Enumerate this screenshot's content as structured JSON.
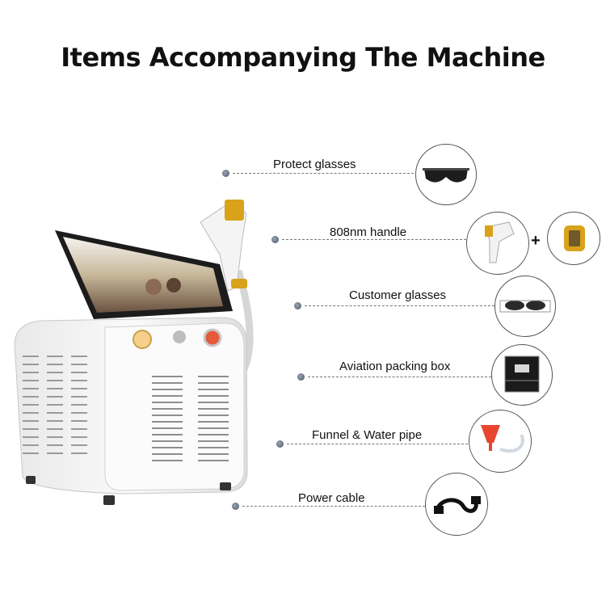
{
  "title": "Items Accompanying The Machine",
  "items": [
    {
      "label": "Protect glasses",
      "icon": "protect-glasses-icon"
    },
    {
      "label": "808nm handle",
      "icon": "handle-icon"
    },
    {
      "label": "Customer glasses",
      "icon": "customer-glasses-icon"
    },
    {
      "label": "Aviation packing box",
      "icon": "packing-box-icon"
    },
    {
      "label": "Funnel & Water pipe",
      "icon": "funnel-icon"
    },
    {
      "label": "Power cable",
      "icon": "power-cable-icon"
    }
  ],
  "plus_sign": "+",
  "colors": {
    "gold": "#d9a21b",
    "machine": "#f2f2f2",
    "funnel": "#e8452f"
  }
}
